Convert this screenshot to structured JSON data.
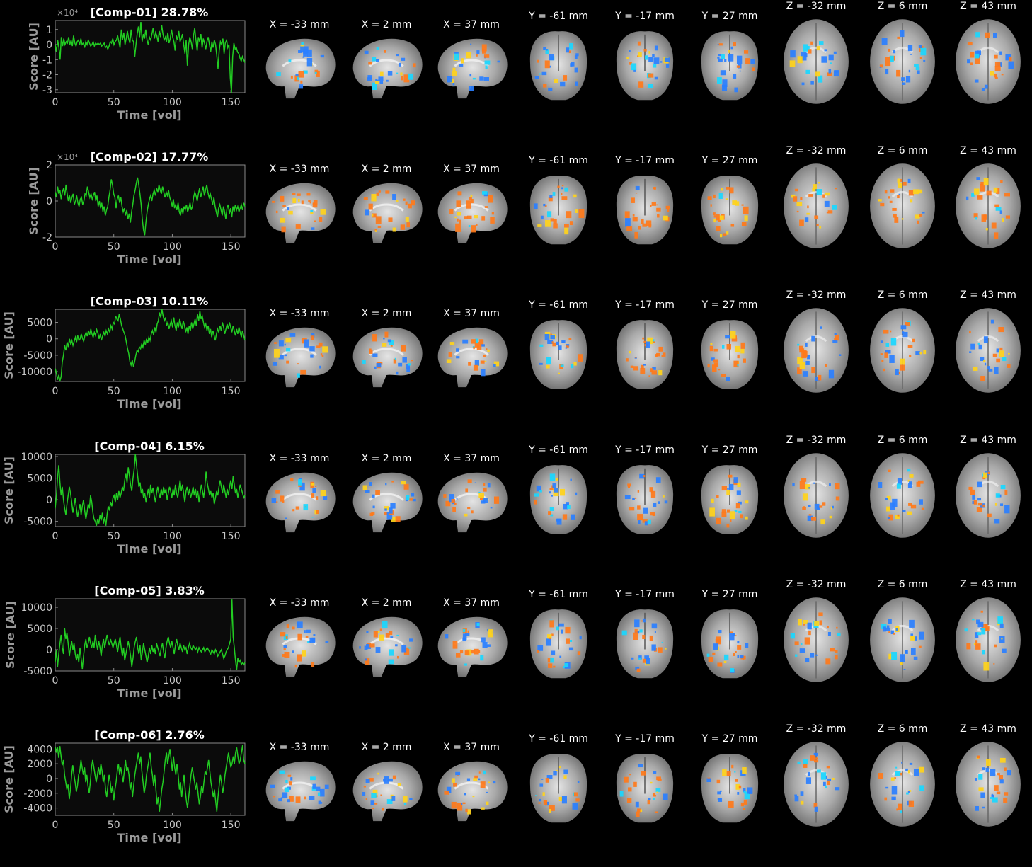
{
  "slice_labels": {
    "sagittal": [
      "X = -33 mm",
      "X = 2 mm",
      "X = 37 mm"
    ],
    "coronal": [
      "Y = -61 mm",
      "Y = -17 mm",
      "Y = 27 mm"
    ],
    "axial": [
      "Z = -32 mm",
      "Z = 6 mm",
      "Z = 43 mm"
    ]
  },
  "colors": {
    "background": "#000000",
    "plot_bg": "#0b0b0b",
    "trace": "#22cc22",
    "pos_overlay": "#ff7a1a",
    "pos_overlay_strong": "#ffd21a",
    "neg_overlay": "#2a7fff",
    "neg_overlay_strong": "#19d7ff",
    "brain": "#b8b8b8"
  },
  "chart_data": [
    {
      "type": "line",
      "title": "[Comp-01] 28.78%",
      "xlabel": "Time [vol]",
      "ylabel": "Score [AU]",
      "y_exponent": "×10⁴",
      "xlim": [
        0,
        162
      ],
      "ylim": [
        -3.2,
        1.6
      ],
      "xticks": [
        0,
        50,
        100,
        150
      ],
      "yticks": [
        1,
        0,
        -1,
        -2,
        -3
      ],
      "ytick_labels": [
        "1",
        "0",
        "-1",
        "-2",
        "-3"
      ],
      "y": [
        0.0,
        -0.5,
        0.3,
        -0.2,
        -1.0,
        0.5,
        -0.1,
        0.4,
        0.0,
        0.2,
        0.1,
        0.5,
        0.0,
        0.3,
        -0.1,
        0.6,
        0.1,
        -0.1,
        0.2,
        0.3,
        0.0,
        0.4,
        0.0,
        0.1,
        -0.2,
        0.2,
        0.0,
        0.3,
        0.1,
        -0.1,
        0.0,
        0.2,
        -0.1,
        0.1,
        0.0,
        0.1,
        0.0,
        0.1,
        -0.1,
        0.0,
        0.1,
        -0.2,
        -0.1,
        -0.3,
        -0.1,
        0.2,
        0.1,
        0.4,
        0.0,
        0.2,
        0.3,
        0.6,
        0.2,
        -0.2,
        1.0,
        0.3,
        0.8,
        0.0,
        0.4,
        0.9,
        0.4,
        0.1,
        1.0,
        0.3,
        0.2,
        -0.8,
        0.0,
        0.7,
        1.2,
        0.5,
        1.5,
        0.2,
        0.7,
        0.4,
        1.0,
        0.3,
        0.0,
        0.5,
        0.3,
        0.7,
        1.1,
        0.4,
        0.8,
        0.6,
        0.2,
        0.9,
        0.5,
        1.3,
        0.7,
        0.3,
        0.5,
        0.2,
        0.8,
        0.1,
        0.4,
        1.0,
        0.5,
        0.2,
        -0.4,
        0.6,
        0.3,
        0.9,
        0.2,
        0.4,
        0.7,
        0.0,
        -0.6,
        0.3,
        -1.4,
        0.0,
        0.5,
        0.2,
        -0.3,
        0.6,
        1.1,
        0.3,
        -0.4,
        0.5,
        0.2,
        0.7,
        -0.2,
        0.4,
        0.1,
        -0.3,
        0.2,
        0.5,
        0.0,
        -0.5,
        0.2,
        -0.2,
        0.3,
        0.0,
        -0.7,
        -1.6,
        -0.4,
        0.2,
        0.0,
        0.4,
        -0.6,
        0.1,
        0.3,
        -0.2,
        0.0,
        -2.2,
        -3.2,
        -0.8,
        0.1,
        -0.3,
        -0.2,
        -0.5,
        -0.6,
        -0.9,
        -1.1,
        -0.8,
        -1.0,
        -1.2
      ]
    },
    {
      "type": "line",
      "title": "[Comp-02] 17.77%",
      "xlabel": "Time [vol]",
      "ylabel": "Score [AU]",
      "y_exponent": "×10⁴",
      "xlim": [
        0,
        162
      ],
      "ylim": [
        -2,
        2
      ],
      "xticks": [
        0,
        50,
        100,
        150
      ],
      "yticks": [
        2,
        0,
        -2
      ],
      "ytick_labels": [
        "2",
        "0",
        "-2"
      ],
      "y": [
        0.5,
        0.2,
        0.8,
        0.4,
        0.6,
        0.1,
        0.5,
        0.7,
        0.3,
        0.9,
        0.4,
        0.0,
        0.3,
        -0.1,
        0.2,
        0.4,
        -0.2,
        0.0,
        0.3,
        -0.1,
        -0.3,
        0.1,
        0.2,
        -0.2,
        0.0,
        0.4,
        0.3,
        0.8,
        0.5,
        0.2,
        0.4,
        0.1,
        0.3,
        0.5,
        0.0,
        0.3,
        -0.3,
        0.0,
        -0.4,
        -0.1,
        -0.6,
        -0.3,
        -0.8,
        -0.5,
        -0.3,
        0.2,
        0.6,
        1.2,
        0.9,
        0.4,
        0.2,
        -0.4,
        0.1,
        0.3,
        -0.1,
        0.2,
        -0.3,
        -0.6,
        -0.4,
        -0.8,
        -0.5,
        -1.0,
        -0.7,
        -1.2,
        -0.6,
        -0.2,
        0.3,
        0.6,
        1.0,
        1.3,
        0.9,
        0.4,
        -0.2,
        -1.0,
        -1.6,
        -1.9,
        -1.2,
        -0.6,
        -0.2,
        0.1,
        0.3,
        0.0,
        0.4,
        0.6,
        0.3,
        0.7,
        0.5,
        0.9,
        0.6,
        0.4,
        0.8,
        0.5,
        0.2,
        0.5,
        0.3,
        0.6,
        0.2,
        0.0,
        -0.3,
        0.1,
        -0.4,
        -0.2,
        -0.5,
        -0.1,
        -0.6,
        -0.8,
        -0.4,
        -0.7,
        -0.3,
        -0.5,
        -0.2,
        -0.6,
        -0.4,
        -0.1,
        -0.5,
        -0.3,
        0.2,
        0.5,
        0.3,
        0.0,
        0.4,
        0.7,
        0.2,
        0.5,
        0.8,
        0.3,
        0.6,
        0.9,
        0.5,
        0.2,
        0.4,
        0.1,
        -0.2,
        0.2,
        -0.3,
        -0.6,
        -0.9,
        -0.4,
        -0.2,
        -0.5,
        -0.8,
        -0.3,
        -0.6,
        -1.0,
        -0.4,
        -0.2,
        -0.7,
        -0.4,
        -0.9,
        -0.3,
        -0.6,
        -0.2,
        -0.5,
        -0.3,
        -0.6,
        -0.4,
        -0.2,
        -0.5,
        -0.1,
        -0.3
      ]
    },
    {
      "type": "line",
      "title": "[Comp-03] 10.11%",
      "xlabel": "Time [vol]",
      "ylabel": "Score [AU]",
      "xlim": [
        0,
        162
      ],
      "ylim": [
        -13000,
        9000
      ],
      "xticks": [
        0,
        50,
        100,
        150
      ],
      "yticks": [
        5000,
        0,
        -5000,
        -10000
      ],
      "ytick_labels": [
        "5000",
        "0",
        "-5000",
        "-10000"
      ],
      "y": [
        -9000,
        -10500,
        -12500,
        -11000,
        -12800,
        -11500,
        -7000,
        -5000,
        -2000,
        -3500,
        -1000,
        -2500,
        0,
        -1500,
        -500,
        -2000,
        -800,
        500,
        -1000,
        1000,
        -500,
        0,
        1500,
        200,
        -800,
        1000,
        2000,
        800,
        2500,
        1200,
        3000,
        1500,
        500,
        2000,
        1000,
        2800,
        1800,
        0,
        1500,
        -500,
        1000,
        2000,
        800,
        2500,
        1500,
        3000,
        2000,
        4000,
        3000,
        5000,
        4500,
        7000,
        6000,
        5500,
        7500,
        6000,
        4000,
        3000,
        2000,
        1000,
        -1000,
        -3000,
        -4500,
        -7000,
        -8000,
        -6500,
        -8500,
        -7000,
        -5000,
        -3500,
        -4000,
        -2500,
        -3000,
        -1500,
        -2500,
        -500,
        -1800,
        0,
        -1200,
        500,
        -500,
        1500,
        2500,
        1200,
        3500,
        2000,
        4500,
        5500,
        8000,
        6500,
        9000,
        7000,
        5500,
        6500,
        4000,
        5000,
        3000,
        4500,
        5500,
        3500,
        6500,
        4000,
        2500,
        5000,
        3500,
        6000,
        4500,
        3000,
        5500,
        4000,
        2000,
        3500,
        1500,
        4000,
        2500,
        5000,
        3000,
        4500,
        6000,
        4000,
        7500,
        5500,
        8500,
        6000,
        7000,
        5000,
        3500,
        4500,
        2500,
        4000,
        1500,
        3000,
        500,
        2500,
        1000,
        -500,
        1500,
        3000,
        2000,
        4000,
        2500,
        5000,
        3500,
        1500,
        3000,
        4500,
        3000,
        5000,
        3500,
        2000,
        4000,
        2500,
        1000,
        3000,
        1500,
        3500,
        2000,
        500,
        2500,
        1000,
        -500
      ]
    },
    {
      "type": "line",
      "title": "[Comp-04] 6.15%",
      "xlabel": "Time [vol]",
      "ylabel": "Score [AU]",
      "xlim": [
        0,
        162
      ],
      "ylim": [
        -6200,
        10500
      ],
      "xticks": [
        0,
        50,
        100,
        150
      ],
      "yticks": [
        10000,
        5000,
        0,
        -5000
      ],
      "ytick_labels": [
        "10000",
        "5000",
        "0",
        "-5000"
      ],
      "y": [
        -2000,
        1000,
        5000,
        8000,
        4000,
        1000,
        3000,
        0,
        -2000,
        -3500,
        -1000,
        1000,
        3000,
        1500,
        -500,
        -3000,
        -1500,
        500,
        -2000,
        -4000,
        -2500,
        -1000,
        -3500,
        -1500,
        0,
        -2500,
        -4500,
        -3000,
        -1000,
        -2000,
        1000,
        -500,
        -3000,
        -4500,
        -5000,
        -6000,
        -4500,
        -5500,
        -3500,
        -4800,
        -3000,
        -5500,
        -4000,
        -6000,
        -3500,
        -1500,
        -2500,
        -500,
        -1500,
        500,
        1000,
        -500,
        1500,
        0,
        2000,
        500,
        1500,
        3000,
        2000,
        4500,
        6000,
        4000,
        7500,
        5500,
        3500,
        2000,
        5000,
        7000,
        10500,
        8000,
        5500,
        3000,
        4000,
        1500,
        2500,
        500,
        1500,
        -500,
        1000,
        2500,
        500,
        3500,
        1500,
        2800,
        1000,
        -500,
        1500,
        3000,
        1500,
        500,
        2500,
        1000,
        3000,
        1500,
        2500,
        0,
        1500,
        3000,
        2000,
        500,
        2500,
        1000,
        3500,
        1500,
        500,
        2500,
        4500,
        2000,
        3500,
        1500,
        -500,
        2000,
        3000,
        1000,
        2500,
        500,
        1500,
        3000,
        1000,
        2500,
        500,
        2000,
        -500,
        1500,
        3500,
        2000,
        500,
        3000,
        6500,
        4000,
        2500,
        1000,
        2000,
        500,
        1500,
        -1000,
        500,
        2000,
        1000,
        3000,
        4500,
        3000,
        1500,
        3500,
        2000,
        500,
        2500,
        1000,
        3000,
        4500,
        2500,
        5500,
        3500,
        1500,
        2500,
        500,
        2000,
        3500,
        2500,
        1500,
        500,
        1000
      ]
    },
    {
      "type": "line",
      "title": "[Comp-05] 3.83%",
      "xlabel": "Time [vol]",
      "ylabel": "Score [AU]",
      "xlim": [
        0,
        162
      ],
      "ylim": [
        -5000,
        12000
      ],
      "xticks": [
        0,
        50,
        100,
        150
      ],
      "yticks": [
        10000,
        5000,
        0,
        -5000
      ],
      "ytick_labels": [
        "10000",
        "5000",
        "0",
        "-5000"
      ],
      "y": [
        -3000,
        0,
        -4000,
        -1000,
        1500,
        3500,
        500,
        -1000,
        5000,
        2500,
        4000,
        1500,
        -1500,
        500,
        2000,
        0,
        1500,
        -1000,
        -2500,
        -1000,
        -3000,
        500,
        -2000,
        -4500,
        -1500,
        1000,
        2500,
        500,
        1500,
        3000,
        1500,
        500,
        2000,
        500,
        3500,
        1500,
        0,
        2000,
        500,
        -1500,
        1000,
        2500,
        500,
        2000,
        3500,
        2000,
        1000,
        2500,
        1500,
        500,
        1500,
        2500,
        1000,
        -500,
        1500,
        3000,
        500,
        -1500,
        500,
        -2500,
        -1000,
        500,
        2000,
        500,
        -1500,
        -4000,
        -2000,
        500,
        2000,
        3000,
        500,
        -1000,
        1000,
        -2500,
        -500,
        1500,
        0,
        -1500,
        -3000,
        -1500,
        500,
        -1000,
        1000,
        -500,
        500,
        -1000,
        1500,
        500,
        -500,
        -1500,
        500,
        1500,
        -500,
        -2000,
        500,
        2000,
        3000,
        1500,
        500,
        2000,
        500,
        -1000,
        1000,
        2500,
        1000,
        0,
        1500,
        500,
        -500,
        1000,
        0,
        500,
        -1000,
        500,
        1500,
        500,
        0,
        1000,
        500,
        0,
        500,
        -500,
        500,
        0,
        -500,
        0,
        500,
        -500,
        0,
        500,
        0,
        -500,
        -1000,
        0,
        -500,
        -1000,
        0,
        -500,
        -1500,
        -1000,
        -500,
        0,
        -1000,
        -2000,
        -1500,
        -500,
        0,
        500,
        1500,
        2500,
        11800,
        3000,
        500,
        -2500,
        -4800,
        -2000,
        -3000,
        -2500,
        -3500,
        -3000,
        -3500,
        -3000
      ]
    },
    {
      "type": "line",
      "title": "[Comp-06] 2.76%",
      "xlabel": "Time [vol]",
      "ylabel": "Score [AU]",
      "xlim": [
        0,
        162
      ],
      "ylim": [
        -5000,
        4800
      ],
      "xticks": [
        0,
        50,
        100,
        150
      ],
      "yticks": [
        4000,
        2000,
        0,
        -2000,
        -4000
      ],
      "ytick_labels": [
        "4000",
        "2000",
        "0",
        "-2000",
        "-4000"
      ],
      "y": [
        4300,
        3500,
        4200,
        2800,
        4400,
        3000,
        1800,
        2500,
        500,
        -500,
        -1500,
        -800,
        -2800,
        -1500,
        500,
        1800,
        500,
        -500,
        -1800,
        -1000,
        500,
        1000,
        2500,
        1500,
        500,
        1500,
        -500,
        500,
        -1000,
        -2000,
        -500,
        1500,
        2500,
        1500,
        500,
        -500,
        500,
        1500,
        500,
        2000,
        1000,
        -500,
        500,
        -1500,
        -2500,
        -1000,
        500,
        -500,
        -2000,
        -1000,
        -3000,
        -1500,
        -500,
        1000,
        2000,
        500,
        1500,
        500,
        -500,
        1000,
        2500,
        1000,
        1500,
        500,
        -1500,
        -500,
        -2500,
        -1000,
        500,
        1500,
        2500,
        3500,
        2000,
        3000,
        1000,
        -500,
        -2000,
        -1000,
        500,
        1500,
        2500,
        3500,
        1500,
        500,
        -1000,
        500,
        -1500,
        -3500,
        -2500,
        -4500,
        -3000,
        -1500,
        -500,
        1000,
        2500,
        3500,
        2000,
        3000,
        4000,
        2500,
        1000,
        3000,
        1500,
        500,
        2000,
        500,
        -1500,
        -500,
        -2500,
        -1000,
        500,
        -1500,
        -3000,
        -4000,
        -2500,
        -1000,
        500,
        1500,
        500,
        -500,
        -1500,
        -500,
        -2000,
        -3500,
        -2500,
        -1000,
        -2000,
        -500,
        1000,
        500,
        1500,
        2500,
        1000,
        -500,
        -1500,
        -2500,
        -1500,
        -3000,
        -4500,
        -2500,
        -1000,
        500,
        -500,
        -2000,
        -1000,
        500,
        1500,
        2500,
        3500,
        2500,
        1500,
        2000,
        3000,
        2000,
        3500,
        4200,
        3000,
        2000,
        2500,
        3500,
        4500,
        2500,
        2000
      ]
    }
  ]
}
